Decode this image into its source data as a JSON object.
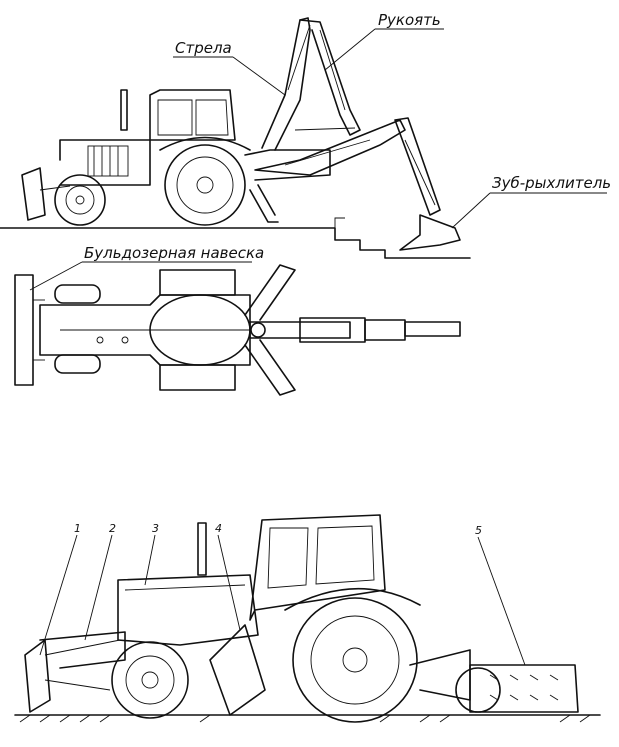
{
  "top_diagram": {
    "labels": {
      "boom": "Стрела",
      "stick": "Рукоять",
      "ripper_tooth": "Зуб-рыхлитель",
      "dozer_attachment": "Бульдозерная навеска"
    }
  },
  "bottom_diagram": {
    "callouts": [
      "1",
      "2",
      "3",
      "4",
      "5"
    ]
  }
}
